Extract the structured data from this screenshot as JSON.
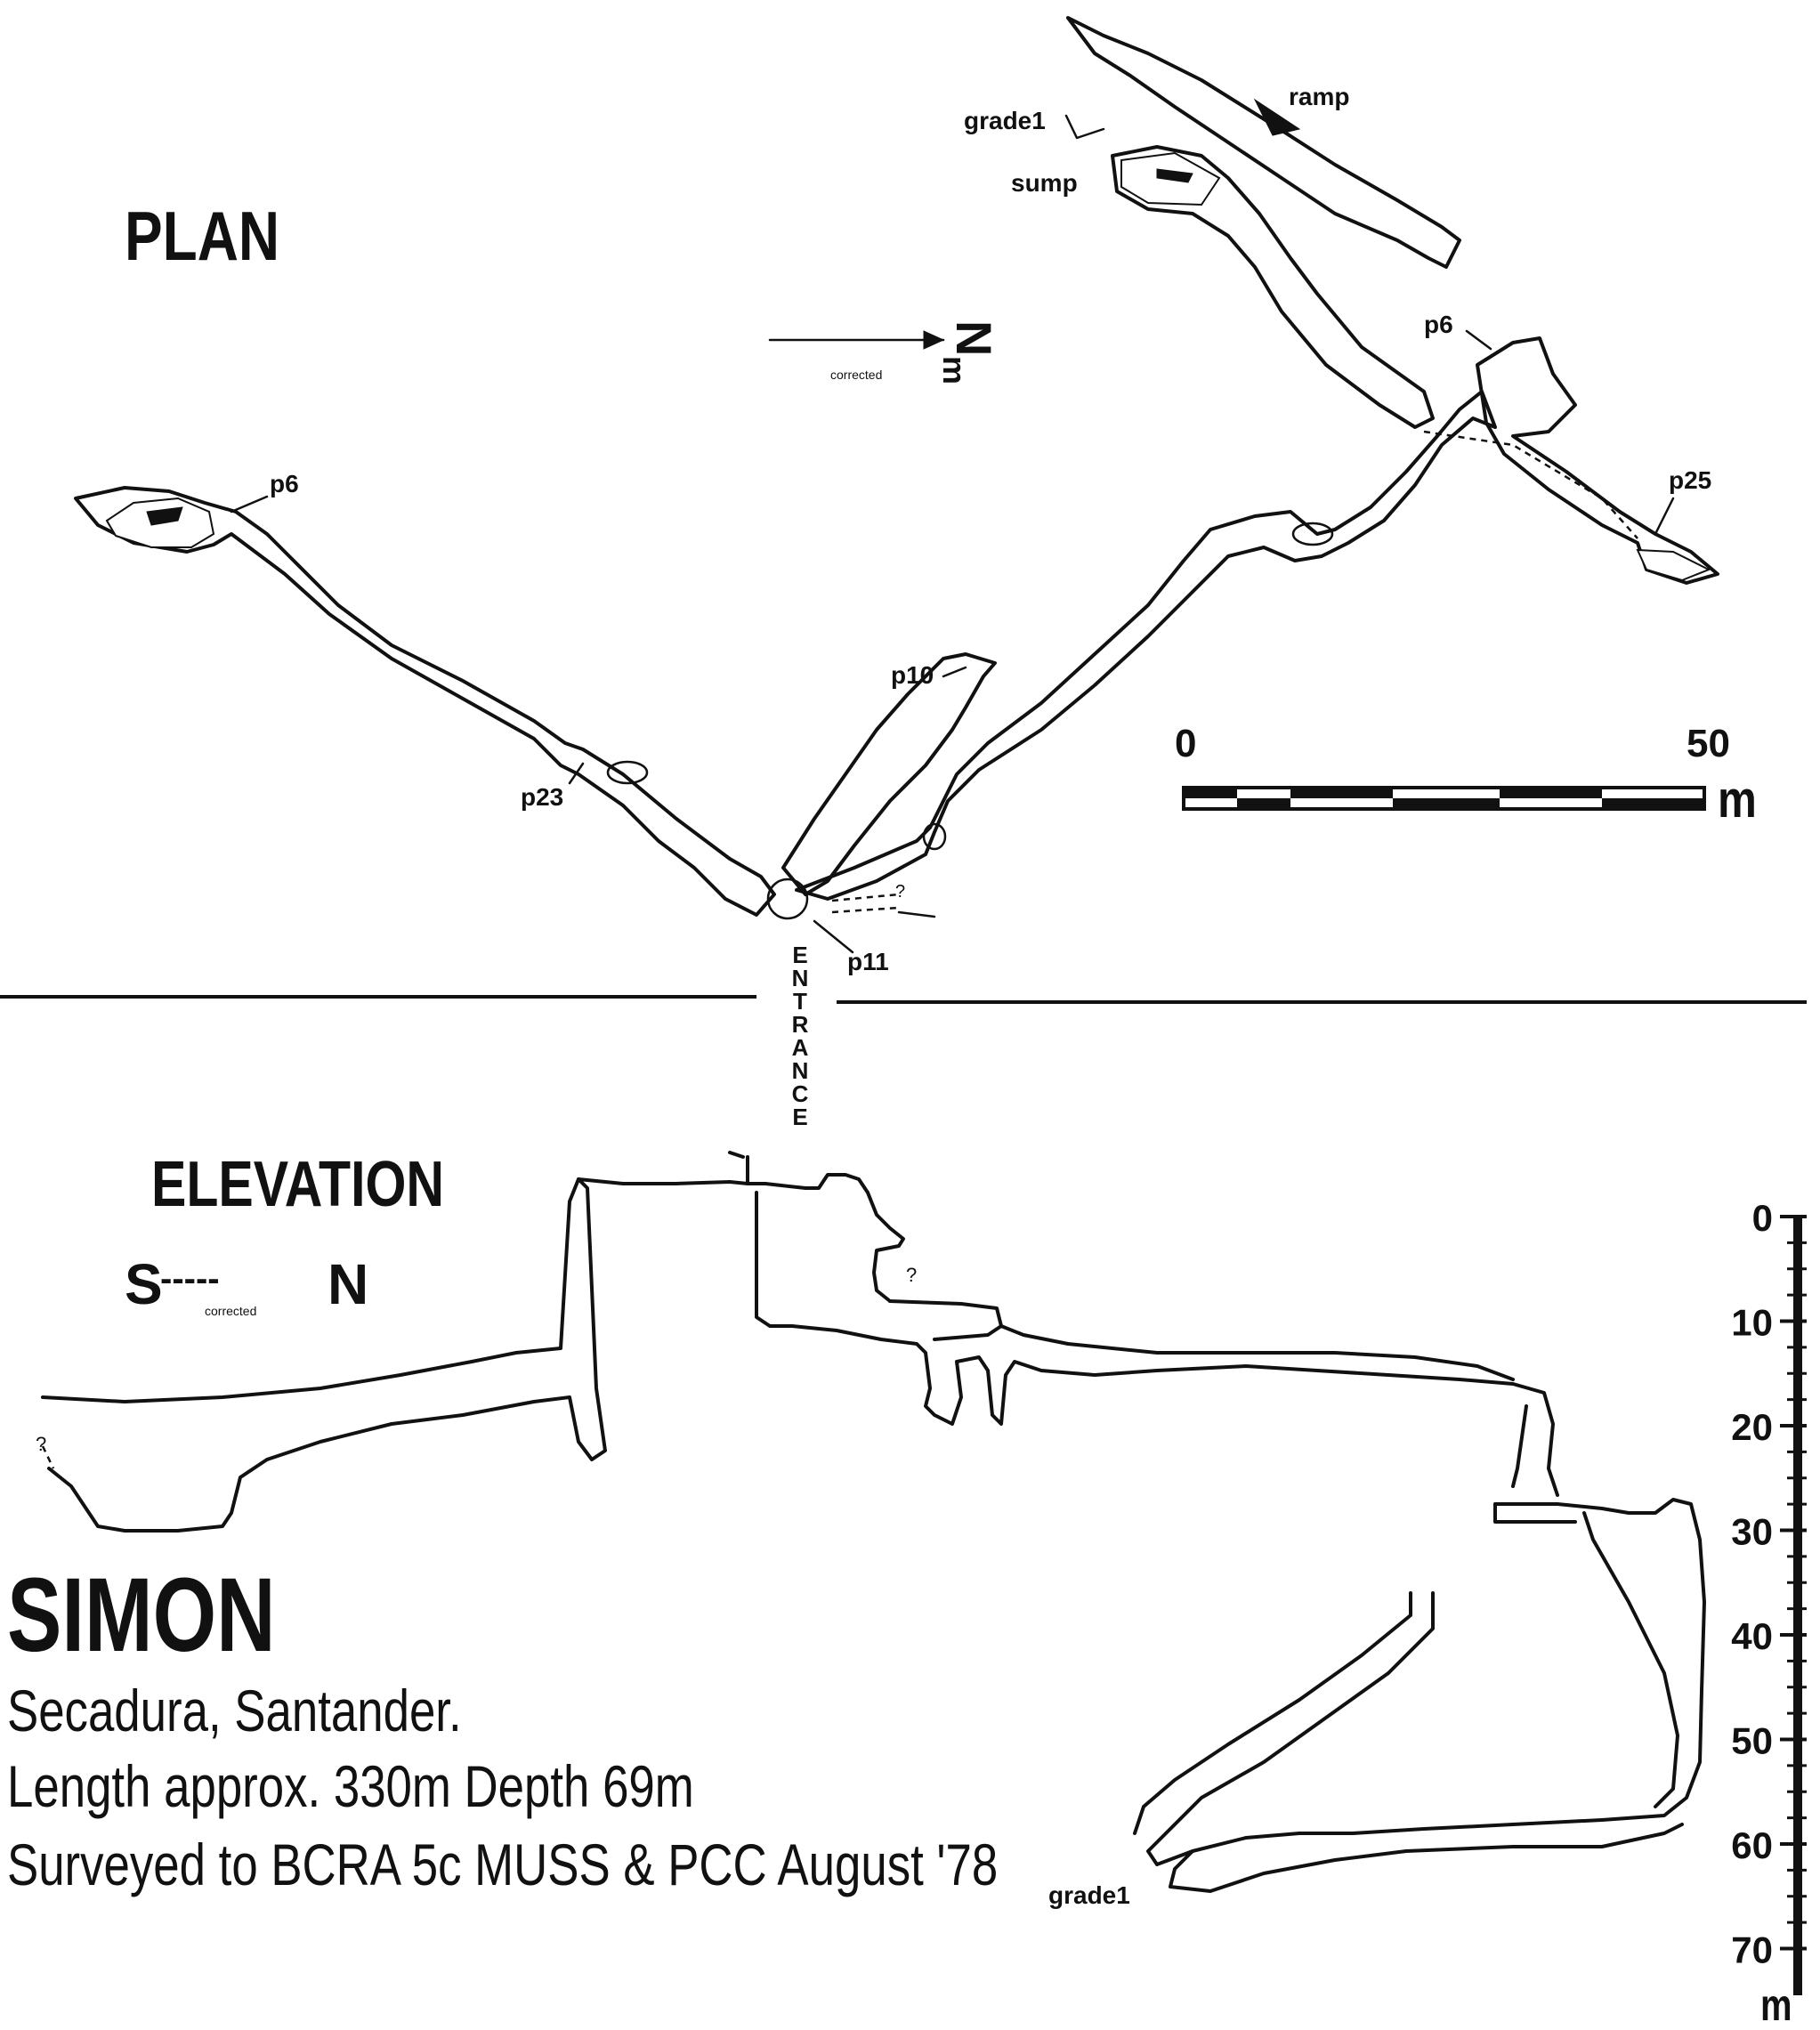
{
  "plan": {
    "heading": "PLAN",
    "north_letter": "N",
    "north_sub": "m",
    "north_note": "corrected",
    "labels": {
      "grade1_top": "grade1",
      "ramp": "ramp",
      "sump": "sump",
      "p6_right": "p6",
      "p25": "p25",
      "p6_left": "p6",
      "p10": "p10",
      "p23": "p23",
      "p11": "p11",
      "question": "?"
    },
    "scale": {
      "start": "0",
      "end": "50",
      "unit": "m"
    }
  },
  "entrance": [
    "E",
    "N",
    "T",
    "R",
    "A",
    "N",
    "C",
    "E"
  ],
  "elevation": {
    "heading": "ELEVATION",
    "s": "S",
    "n": "N",
    "dashes": "-----",
    "note": "corrected",
    "grade1": "grade1",
    "question": "?",
    "depth_ticks": [
      "0",
      "10",
      "20",
      "30",
      "40",
      "50",
      "60",
      "70"
    ],
    "depth_unit": "m"
  },
  "title": {
    "name": "SIMON",
    "location": "Secadura, Santander.",
    "stats": "Length approx. 330m  Depth 69m",
    "survey": "Surveyed to BCRA 5c  MUSS & PCC  August '78"
  }
}
